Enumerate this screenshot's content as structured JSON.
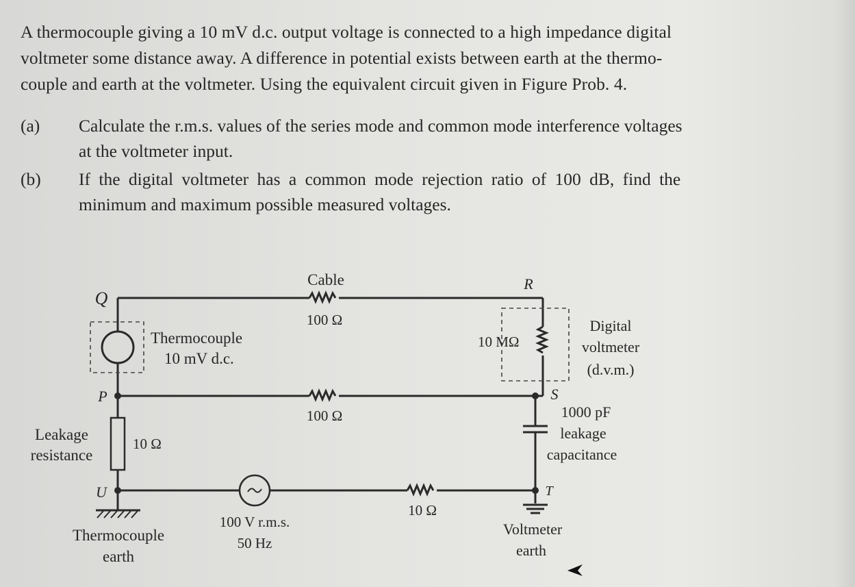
{
  "problem": {
    "lines": [
      "A thermocouple giving a 10 mV d.c. output voltage is connected to a high impedance digital",
      "voltmeter some distance away. A difference in potential exists between earth at the thermo-",
      "couple and earth at the voltmeter. Using the equivalent circuit given in Figure Prob. 4."
    ],
    "items": [
      {
        "label": "(a)",
        "lines": [
          "Calculate the r.m.s. values of the series mode and common mode interference voltages",
          "at the voltmeter input."
        ]
      },
      {
        "label": "(b)",
        "lines": [
          "If the digital voltmeter has a common mode rejection ratio of 100 dB, find the",
          "minimum and maximum possible measured voltages."
        ]
      }
    ]
  },
  "figure": {
    "node_q": "Q",
    "node_p": "P",
    "node_u": "U",
    "node_r": "R",
    "node_s": "S",
    "node_t": "T",
    "cable": "Cable",
    "cable_r1": "100 Ω",
    "cable_r2": "100 Ω",
    "tc_line1": "Thermocouple",
    "tc_line2": "10 mV d.c.",
    "leak_line1": "Leakage",
    "leak_line2": "resistance",
    "leak_value": "10 Ω",
    "source_line1": "100 V r.m.s.",
    "source_line2": "50 Hz",
    "earth_r": "10 Ω",
    "tc_earth_line1": "Thermocouple",
    "tc_earth_line2": "earth",
    "dvm_r": "10 MΩ",
    "dvm_line1": "Digital",
    "dvm_line2": "voltmeter",
    "dvm_line3": "(d.v.m.)",
    "cap_line1": "1000 pF",
    "cap_line2": "leakage",
    "cap_line3": "capacitance",
    "vm_earth_line1": "Voltmeter",
    "vm_earth_line2": "earth"
  }
}
